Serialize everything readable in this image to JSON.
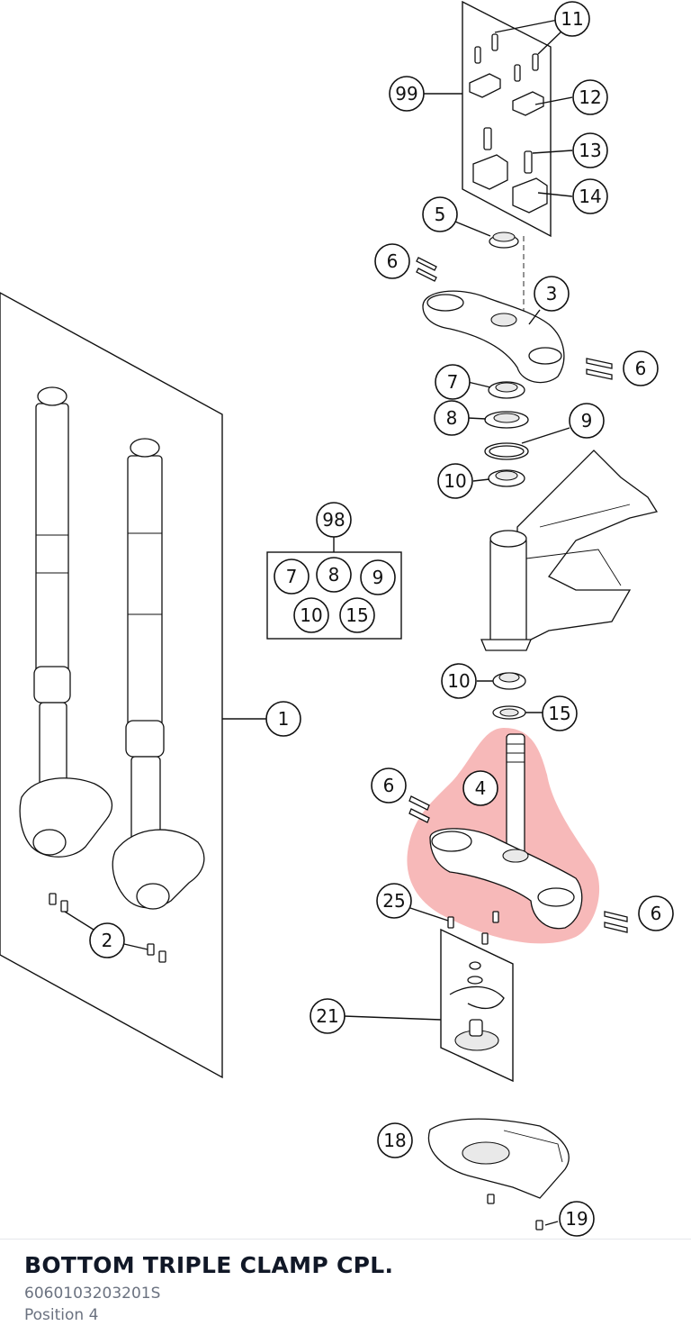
{
  "selected_part": {
    "title": "BOTTOM TRIPLE CLAMP CPL.",
    "part_number": "6060103203201S",
    "position_label": "Position 4"
  },
  "highlight_color": "#f08080",
  "callouts": {
    "c11": "11",
    "c99": "99",
    "c12": "12",
    "c13": "13",
    "c14": "14",
    "c5": "5",
    "c6a": "6",
    "c3": "3",
    "c6b": "6",
    "c7": "7",
    "c8": "8",
    "c9": "9",
    "c10a": "10",
    "c98": "98",
    "kit7": "7",
    "kit8": "8",
    "kit9": "9",
    "kit10": "10",
    "kit15": "15",
    "c1": "1",
    "c10b": "10",
    "c15": "15",
    "c6c": "6",
    "c4": "4",
    "c25": "25",
    "c6d": "6",
    "c2": "2",
    "c21": "21",
    "c18": "18",
    "c19": "19"
  }
}
